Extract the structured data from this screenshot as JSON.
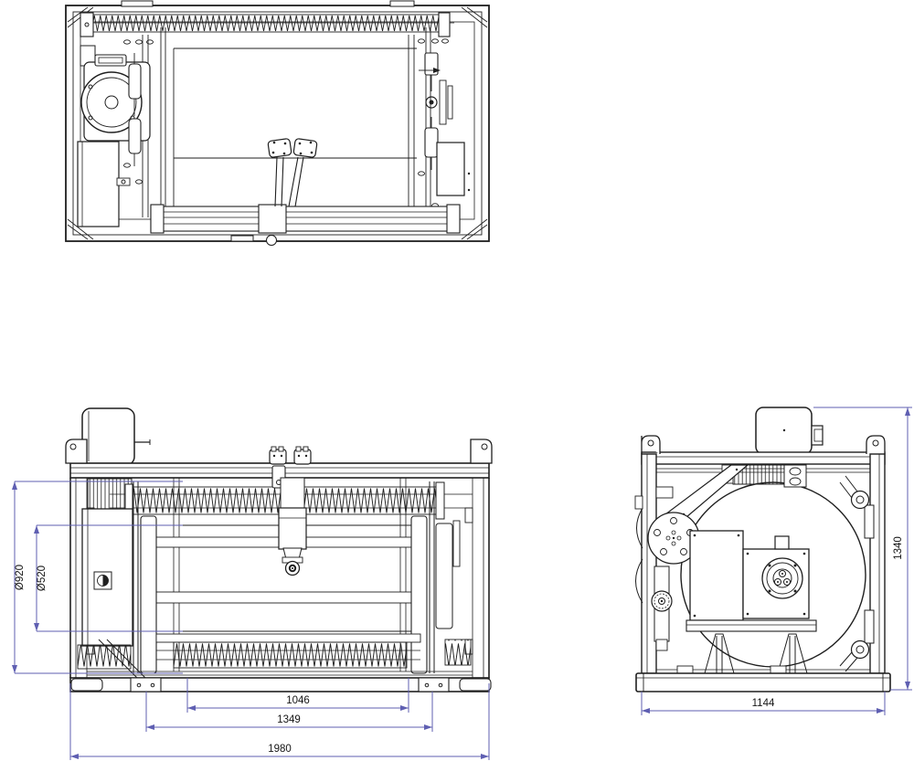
{
  "drawing": {
    "description": "Three-view orthographic engineering drawing of a winch / cable reel assembly",
    "views": {
      "top": "top-view",
      "front": "front-view",
      "side": "side-view"
    },
    "colors": {
      "line": "#1f1f1f",
      "dimension_line": "#5f5fb2",
      "dimension_text": "#161616",
      "background": "#ffffff"
    }
  },
  "dimensions": {
    "front": {
      "flange_dia": "Ø920",
      "core_dia": "Ø520",
      "span_inner": "1046",
      "span_feet": "1349",
      "overall_length": "1980"
    },
    "side": {
      "overall_height": "1340",
      "overall_width": "1144"
    }
  }
}
